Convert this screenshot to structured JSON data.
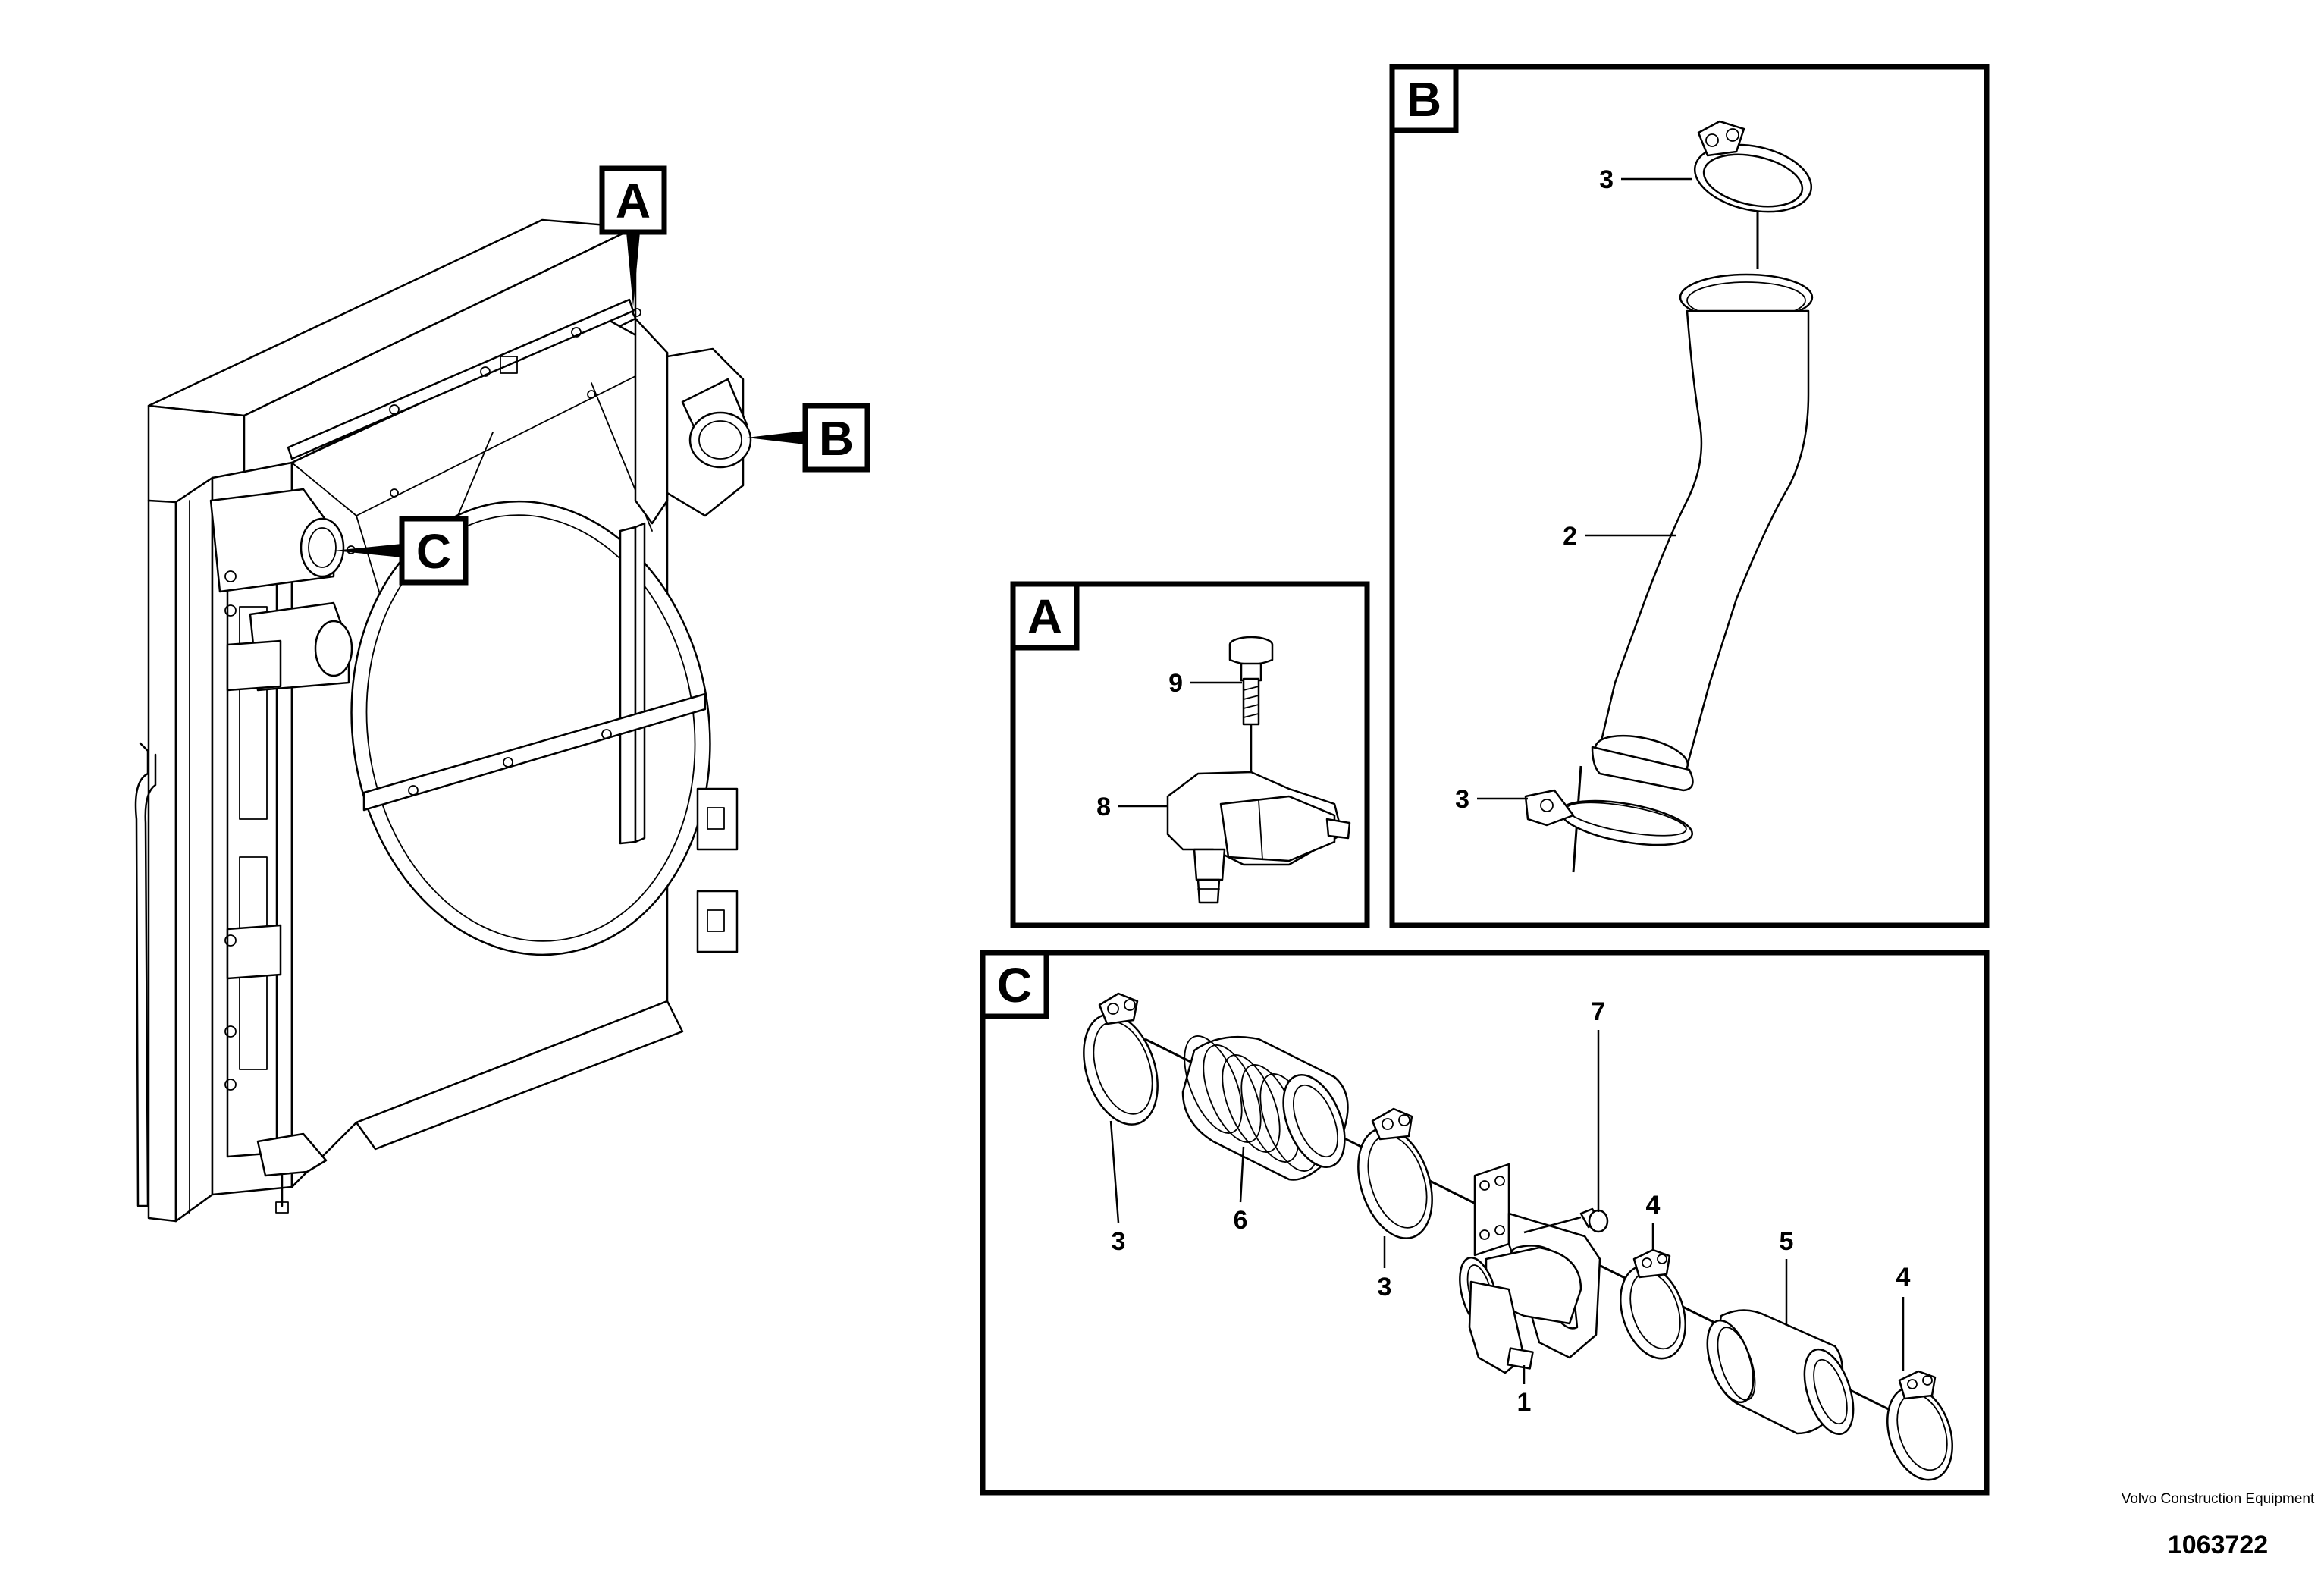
{
  "views": {
    "A": {
      "tag": "A"
    },
    "B": {
      "tag": "B"
    },
    "C": {
      "tag": "C"
    }
  },
  "callouts": {
    "overview": {
      "A": "A",
      "B": "B",
      "C": "C"
    },
    "view_a": {
      "n9": "9",
      "n8": "8"
    },
    "view_b": {
      "n3_top": "3",
      "n2": "2",
      "n3_bottom": "3"
    },
    "view_c": {
      "n3_left": "3",
      "n6": "6",
      "n3_mid": "3",
      "n7": "7",
      "n4_mid": "4",
      "n5": "5",
      "n4_right": "4",
      "n1": "1"
    }
  },
  "footer": {
    "company": "Volvo Construction Equipment",
    "drawing_number": "1063722"
  }
}
